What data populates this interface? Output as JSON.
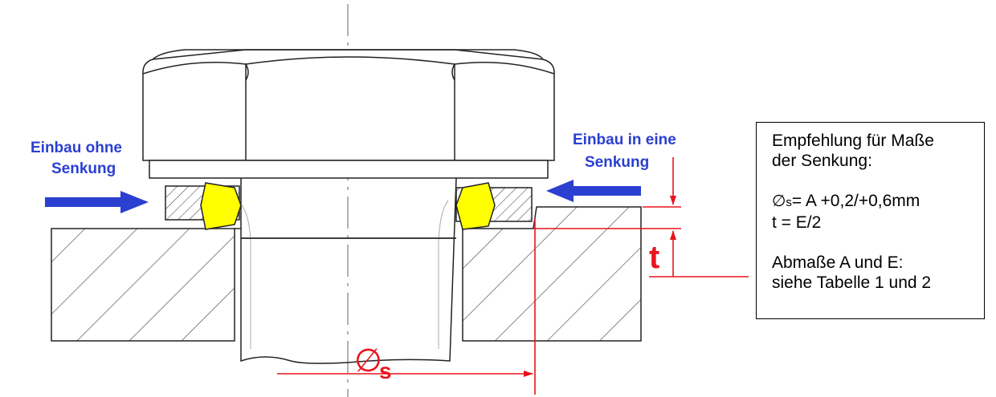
{
  "labels": {
    "left_line1": "Einbau ohne",
    "left_line2": "Senkung",
    "right_line1": "Einbau in eine",
    "right_line2": "Senkung",
    "dim_t": "t",
    "dim_s_symbol": "∅",
    "dim_s_letter": "s"
  },
  "infobox": {
    "line1": "Empfehlung für Maße",
    "line2": "der Senkung:",
    "formula_symbol": "∅",
    "formula_sub": "s",
    "formula_rest": "= A +0,2/+0,6mm",
    "formula_t": "t = E/2",
    "note1": "Abmaße A und E:",
    "note2": "siehe Tabelle 1 und 2"
  },
  "colors": {
    "line": "#222222",
    "blue": "#2b3fd0",
    "red": "#e8141c",
    "seal_yellow": "#ffff00"
  }
}
